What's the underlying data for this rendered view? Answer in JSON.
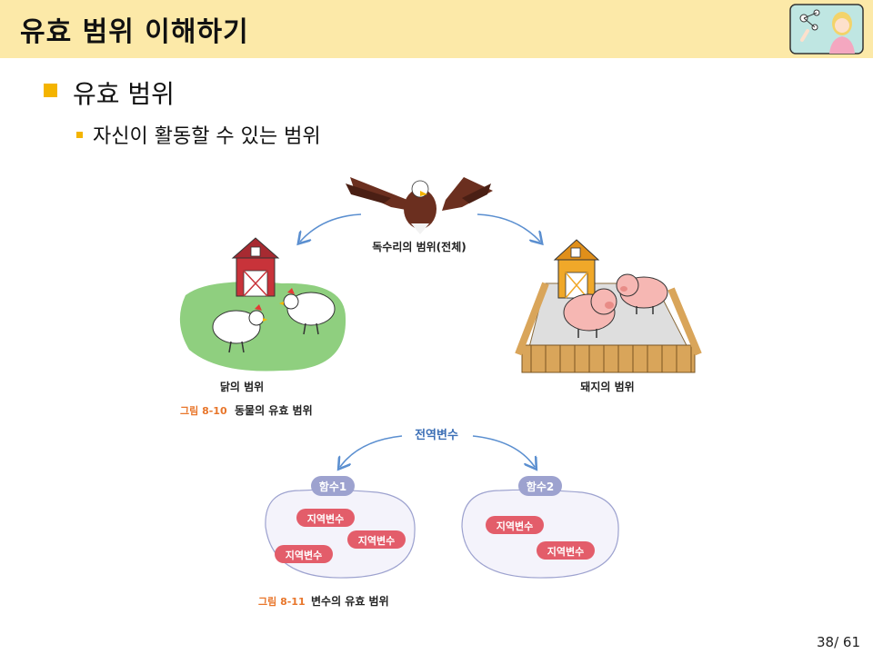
{
  "header": {
    "title": "유효 범위 이해하기"
  },
  "content": {
    "level1": "유효 범위",
    "level2": "자신이 활동할 수 있는 범위"
  },
  "figure1": {
    "eagle_label": "독수리의 범위(전체)",
    "chicken_label": "닭의 범위",
    "pig_label": "돼지의 범위",
    "caption_num": "그림 8-10",
    "caption_text": "동물의 유효 범위"
  },
  "figure2": {
    "global_label": "전역변수",
    "func1": "함수1",
    "func2": "함수2",
    "local": [
      "지역변수",
      "지역변수",
      "지역변수",
      "지역변수",
      "지역변수"
    ],
    "caption_num": "그림 8-11",
    "caption_text": "변수의 유효 범위"
  },
  "footer": {
    "page": "38/ 61"
  },
  "colors": {
    "accent": "#f4b400",
    "header_bg": "#fce9a8",
    "caption": "#e8762b",
    "pill": "#e35d6a",
    "func": "#9da2cf"
  }
}
